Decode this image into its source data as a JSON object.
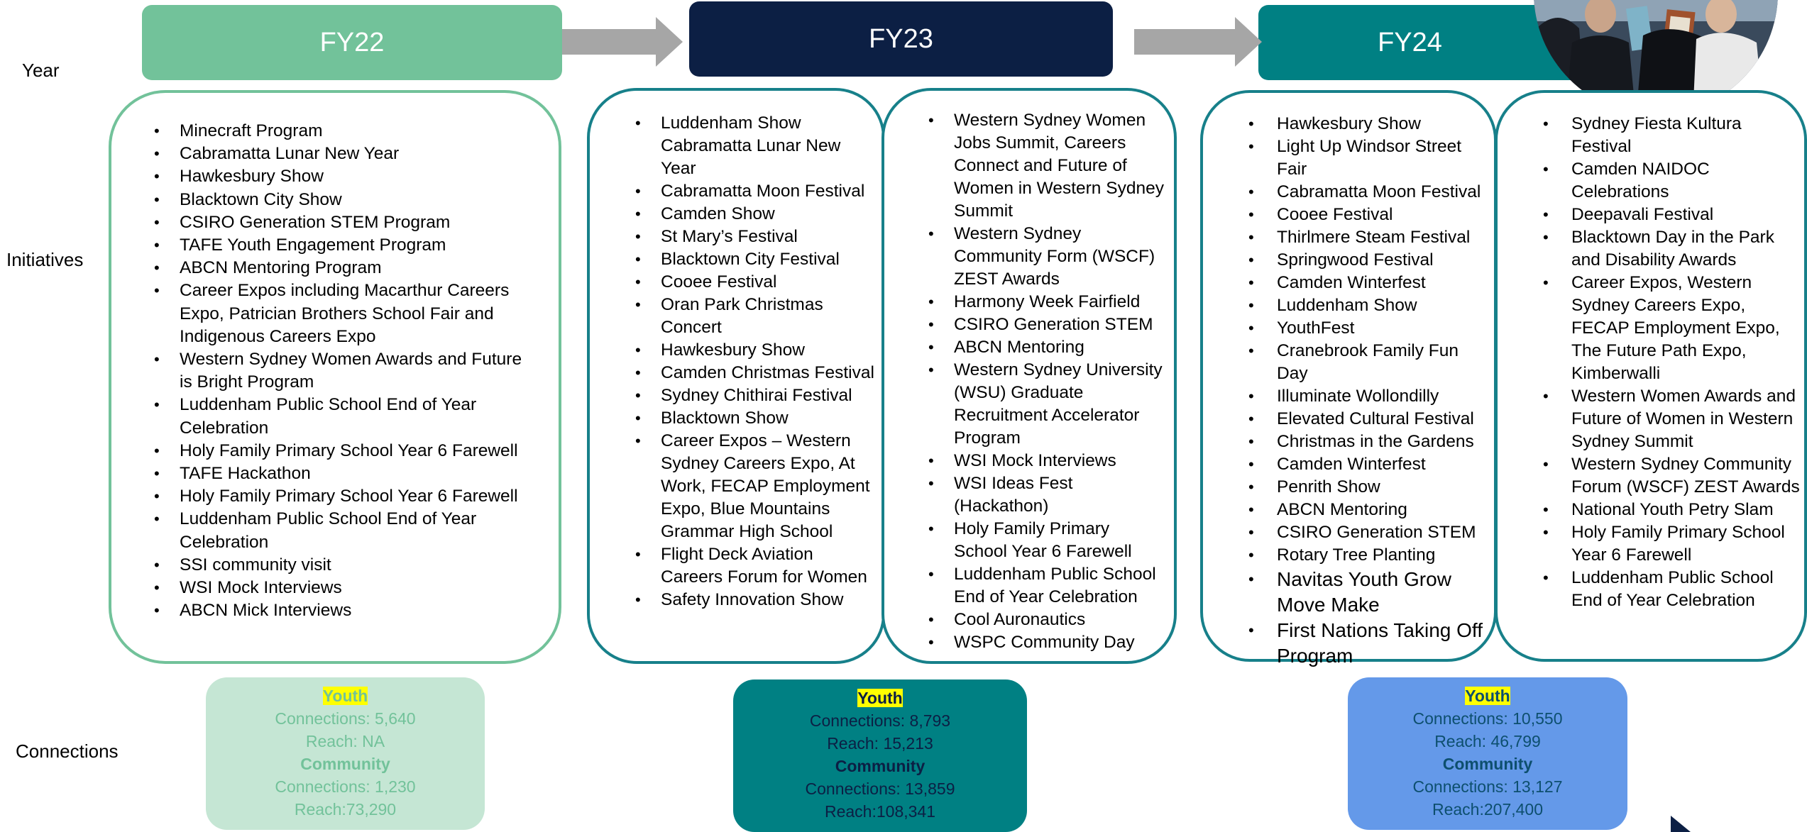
{
  "row_labels": {
    "year": "Year",
    "initiatives": "Initiatives",
    "connections": "Connections"
  },
  "years": [
    {
      "label": "FY22",
      "color": "#72c29a"
    },
    {
      "label": "FY23",
      "color": "#0c1f44"
    },
    {
      "label": "FY24",
      "color": "#008083"
    }
  ],
  "fy22_items": [
    "Minecraft Program",
    "Cabramatta Lunar New Year",
    "Hawkesbury Show",
    "Blacktown City Show",
    "CSIRO Generation STEM Program",
    "TAFE Youth Engagement Program",
    "ABCN Mentoring Program",
    "Career Expos including Macarthur Careers Expo, Patrician Brothers School Fair and Indigenous Careers Expo",
    "Western Sydney Women Awards and Future is Bright Program",
    "Luddenham Public School End of Year Celebration",
    "Holy Family Primary School Year 6 Farewell",
    "TAFE Hackathon",
    "Holy Family Primary School Year 6 Farewell",
    "Luddenham Public School End of Year Celebration",
    "SSI community visit",
    "WSI Mock Interviews",
    "ABCN Mick Interviews"
  ],
  "fy23_left_items": [
    "Luddenham Show Cabramatta Lunar New Year",
    "Cabramatta Moon Festival",
    "Camden Show",
    "St Mary’s Festival",
    "Blacktown City Festival",
    "Cooee Festival",
    "Oran Park Christmas Concert",
    "Hawkesbury Show",
    "Camden Christmas Festival",
    "Sydney Chithirai Festival",
    "Blacktown Show",
    "Career Expos – Western Sydney Careers Expo, At Work, FECAP Employment Expo, Blue Mountains Grammar High School",
    "Flight Deck Aviation Careers Forum for Women",
    "Safety Innovation Show"
  ],
  "fy23_right_items": [
    "Western Sydney Women Jobs Summit, Careers Connect and Future of Women in Western Sydney Summit",
    "Western Sydney Community Form (WSCF) ZEST Awards",
    "Harmony Week Fairfield",
    "CSIRO Generation STEM",
    "ABCN Mentoring",
    "Western Sydney University (WSU) Graduate Recruitment Accelerator Program",
    "WSI Mock Interviews",
    "WSI Ideas Fest (Hackathon)",
    "Holy Family Primary School Year 6 Farewell",
    "Luddenham Public School End of Year Celebration",
    "Cool Auronautics",
    "WSPC Community Day"
  ],
  "fy24_left_items": [
    "Hawkesbury Show",
    "Light Up Windsor Street Fair",
    "Cabramatta Moon Festival",
    "Cooee Festival",
    "Thirlmere Steam Festival",
    "Springwood Festival",
    "Camden Winterfest",
    "Luddenham Show",
    "YouthFest",
    "Cranebrook Family Fun Day",
    "Illuminate Wollondilly",
    "Elevated Cultural Festival",
    "Christmas in the Gardens",
    "Camden Winterfest",
    "Penrith Show",
    "ABCN Mentoring",
    "CSIRO Generation STEM",
    "Rotary Tree Planting"
  ],
  "fy24_left_large_items": [
    "Navitas Youth Grow Move Make",
    "First Nations Taking Off Program"
  ],
  "fy24_right_items": [
    "Sydney Fiesta Kultura Festival",
    "Camden NAIDOC Celebrations",
    "Deepavali Festival",
    "Blacktown Day in the Park and Disability Awards",
    "Career Expos, Western Sydney Careers Expo, FECAP Employment Expo, The Future Path Expo, Kimberwalli",
    "Western Women Awards and Future of Women in Western Sydney Summit",
    "Western Sydney Community Forum (WSCF) ZEST Awards",
    " National Youth Petry Slam",
    "Holy Family Primary School Year 6 Farewell",
    "Luddenham Public School End of Year Celebration"
  ],
  "connections": {
    "fy22": {
      "youth_title": "Youth",
      "youth_connections": "Connections: 5,640",
      "youth_reach": "Reach: NA",
      "community_title": "Community",
      "community_connections": "Connections: 1,230",
      "community_reach": "Reach:73,290",
      "bg": "#c5e6d4",
      "text": "#72c29a"
    },
    "fy23": {
      "youth_title": "Youth",
      "youth_connections": "Connections: 8,793",
      "youth_reach": "Reach: 15,213",
      "community_title": "Community",
      "community_connections": "Connections: 13,859",
      "community_reach": "Reach:108,341",
      "bg": "#008083",
      "text": "#0c1f44"
    },
    "fy24": {
      "youth_title": "Youth",
      "youth_connections": "Connections: 10,550",
      "youth_reach": "Reach: 46,799",
      "community_title": "Community",
      "community_connections": "Connections: 13,127",
      "community_reach": "Reach:207,400",
      "bg": "#6499e9",
      "text": "#0d4f6e"
    }
  },
  "colors": {
    "fy22_border": "#72c29a",
    "teal_border": "#17808a",
    "arrow": "#a6a6a6"
  }
}
